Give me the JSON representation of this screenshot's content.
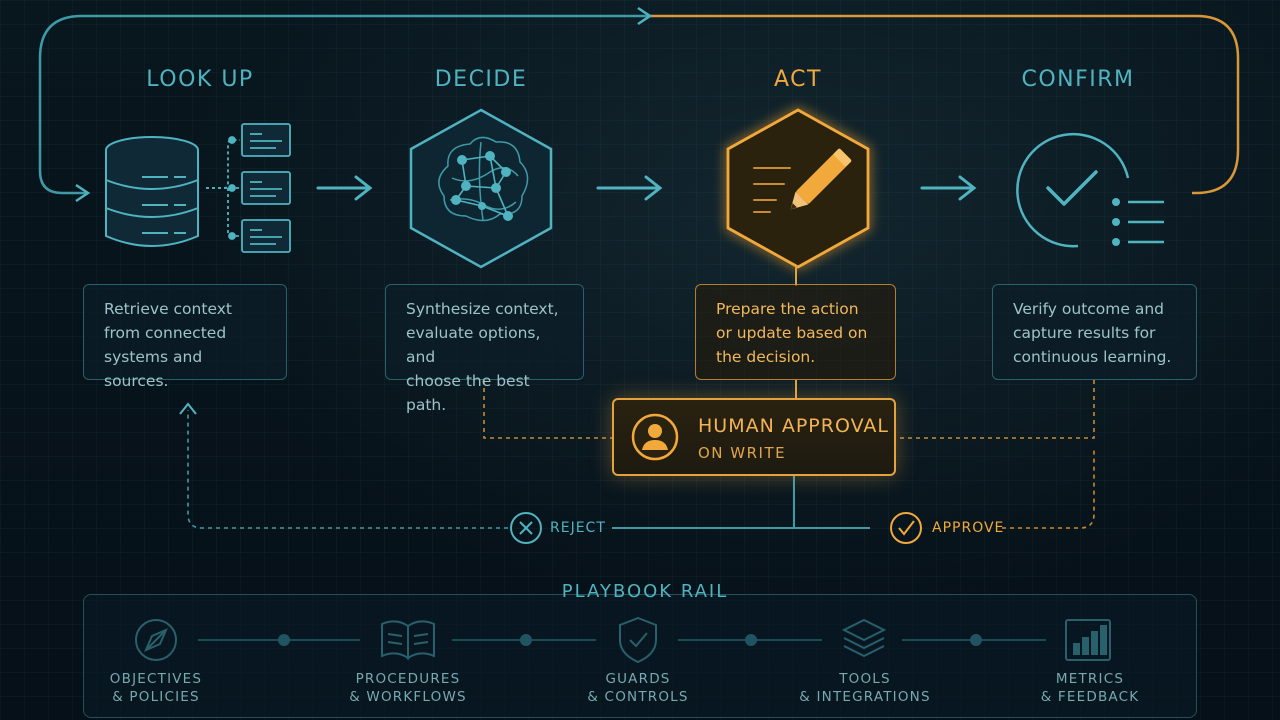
{
  "stages": [
    {
      "title": "LOOK UP",
      "desc": [
        "Retrieve context",
        "from connected",
        "systems and sources."
      ],
      "icon": "database-icon"
    },
    {
      "title": "DECIDE",
      "desc": [
        "Synthesize context,",
        "evaluate options, and",
        "choose the best path."
      ],
      "icon": "brain-network-icon"
    },
    {
      "title": "ACT",
      "desc": [
        "Prepare the action",
        "or update based on",
        "the decision."
      ],
      "icon": "pencil-edit-icon"
    },
    {
      "title": "CONFIRM",
      "desc": [
        "Verify outcome and",
        "capture results for",
        "continuous learning."
      ],
      "icon": "checkmark-circle-icon"
    }
  ],
  "approval": {
    "line1": "HUMAN APPROVAL",
    "line2": "ON WRITE",
    "icon": "user-avatar-icon"
  },
  "reject_label": "REJECT",
  "approve_label": "APPROVE",
  "rail": {
    "title": "PLAYBOOK RAIL",
    "items": [
      {
        "line1": "OBJECTIVES",
        "line2": "& POLICIES",
        "icon": "compass-icon"
      },
      {
        "line1": "PROCEDURES",
        "line2": "& WORKFLOWS",
        "icon": "book-icon"
      },
      {
        "line1": "GUARDS",
        "line2": "& CONTROLS",
        "icon": "shield-check-icon"
      },
      {
        "line1": "TOOLS",
        "line2": "& INTEGRATIONS",
        "icon": "layers-icon"
      },
      {
        "line1": "METRICS",
        "line2": "& FEEDBACK",
        "icon": "bar-chart-icon"
      }
    ]
  },
  "colors": {
    "teal": "#4fb3c0",
    "amber": "#f2a93b",
    "background": "#07141c"
  }
}
